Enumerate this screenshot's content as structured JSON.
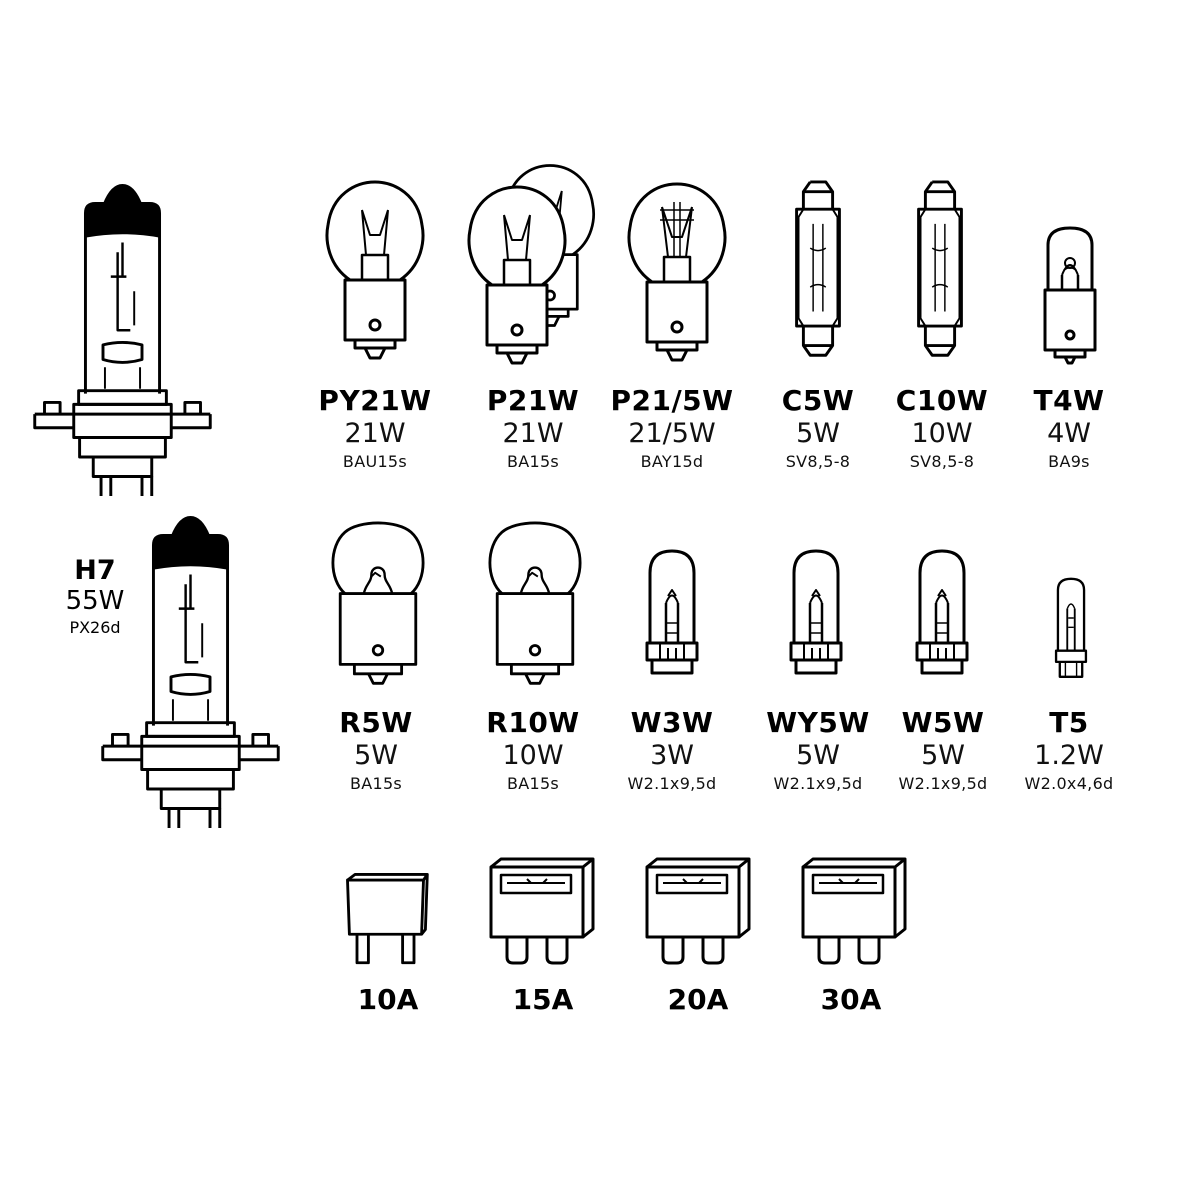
{
  "h7": {
    "code": "H7",
    "watt": "55W",
    "base": "PX26d"
  },
  "row1": [
    {
      "code": "PY21W",
      "watt": "21W",
      "base": "BAU15s",
      "icon": "single-filament-bulb-icon"
    },
    {
      "code": "P21W",
      "watt": "21W",
      "base": "BA15s",
      "icon": "double-bulb-icon"
    },
    {
      "code": "P21/5W",
      "watt": "21/5W",
      "base": "BAY15d",
      "icon": "dual-filament-bulb-icon"
    },
    {
      "code": "C5W",
      "watt": "5W",
      "base": "SV8,5-8",
      "icon": "festoon-bulb-icon"
    },
    {
      "code": "C10W",
      "watt": "10W",
      "base": "SV8,5-8",
      "icon": "festoon-bulb-icon"
    },
    {
      "code": "T4W",
      "watt": "4W",
      "base": "BA9s",
      "icon": "small-bayonet-bulb-icon"
    }
  ],
  "row2": [
    {
      "code": "R5W",
      "watt": "5W",
      "base": "BA15s",
      "icon": "round-bulb-icon"
    },
    {
      "code": "R10W",
      "watt": "10W",
      "base": "BA15s",
      "icon": "round-bulb-icon"
    },
    {
      "code": "W3W",
      "watt": "3W",
      "base": "W2.1x9,5d",
      "icon": "wedge-bulb-icon"
    },
    {
      "code": "WY5W",
      "watt": "5W",
      "base": "W2.1x9,5d",
      "icon": "wedge-bulb-icon"
    },
    {
      "code": "W5W",
      "watt": "5W",
      "base": "W2.1x9,5d",
      "icon": "wedge-bulb-icon"
    },
    {
      "code": "T5",
      "watt": "1.2W",
      "base": "W2.0x4,6d",
      "icon": "small-wedge-bulb-icon"
    }
  ],
  "fuses": [
    {
      "code": "10A",
      "icon": "mini-blade-fuse-icon"
    },
    {
      "code": "15A",
      "icon": "blade-fuse-icon"
    },
    {
      "code": "20A",
      "icon": "blade-fuse-icon"
    },
    {
      "code": "30A",
      "icon": "blade-fuse-icon"
    }
  ]
}
